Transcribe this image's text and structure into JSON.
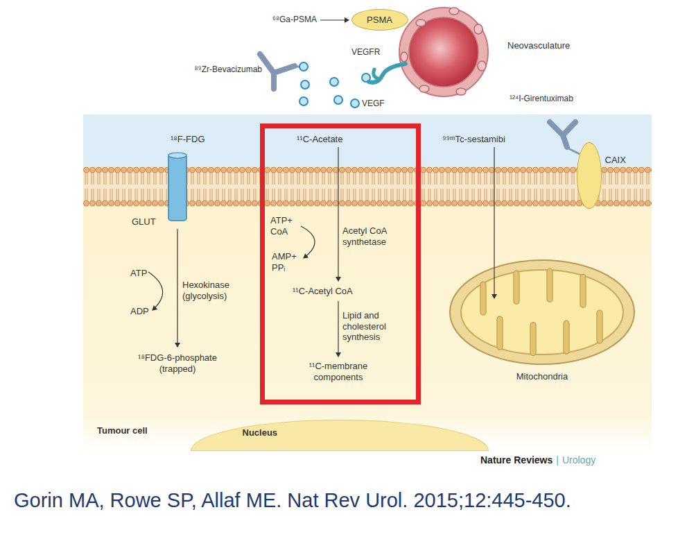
{
  "diagram": {
    "caption": "Gorin MA, Rowe SP, Allaf ME. Nat Rev Urol. 2015;12:445-450.",
    "nodes": [
      {
        "text": [
          "Neovasculature"
        ]
      },
      {
        "text": [
          "PSMA"
        ],
        "in": 0
      },
      {
        "text": [
          "Tumour cell"
        ]
      },
      {
        "text": [
          "GLUT"
        ],
        "in": 2
      },
      {
        "text": [
          "¹¹C-Acetate",
          "ATP+ CoA",
          "Acetyl CoA synthetase",
          "AMP+ PPᵢ",
          "¹¹C-Acetyl CoA",
          "Lipid and cholesterol synthesis",
          "¹¹C-membrane components"
        ],
        "in": 2
      },
      {
        "text": [
          "CAIX"
        ],
        "in": 2
      },
      {
        "text": [
          "Mitochondria"
        ],
        "in": 2
      },
      {
        "text": [
          "Nucleus"
        ],
        "in": 2
      }
    ],
    "labels": [
      "⁶⁸Ga-PSMA",
      "⁸⁹Zr-Bevacizumab",
      "VEGFR",
      "VEGF",
      "¹²⁴I-Girentuximab",
      "¹⁸F-FDG",
      "ATP",
      "ADP",
      "Hexokinase (glycolysis)",
      "¹⁸FDG-6-phosphate (trapped)",
      "⁹⁹ᵐTc-sestamibi",
      "Nature Reviews",
      "|",
      "Urology"
    ]
  }
}
